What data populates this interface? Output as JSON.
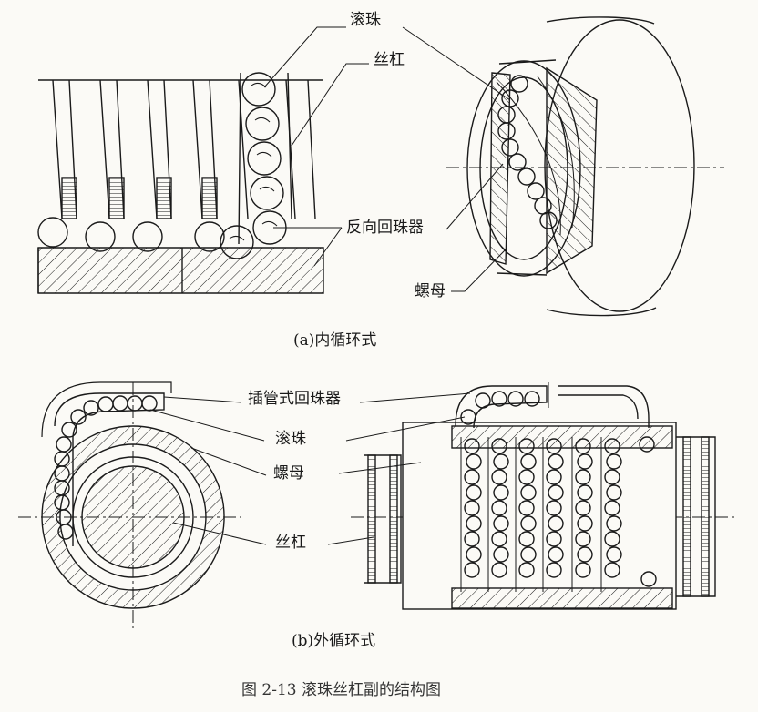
{
  "figure": {
    "caption": "图 2-13   滚珠丝杠副的结构图",
    "panel_a": {
      "caption": "(a)内循环式",
      "labels": {
        "ball": "滚珠",
        "screw": "丝杠",
        "deflector": "反向回珠器",
        "nut": "螺母"
      }
    },
    "panel_b": {
      "caption": "(b)外循环式",
      "labels": {
        "return_tube": "插管式回珠器",
        "ball": "滚珠",
        "nut": "螺母",
        "screw": "丝杠"
      }
    }
  },
  "colors": {
    "ink": "#1a1a1a",
    "paper": "#fbfaf6"
  }
}
